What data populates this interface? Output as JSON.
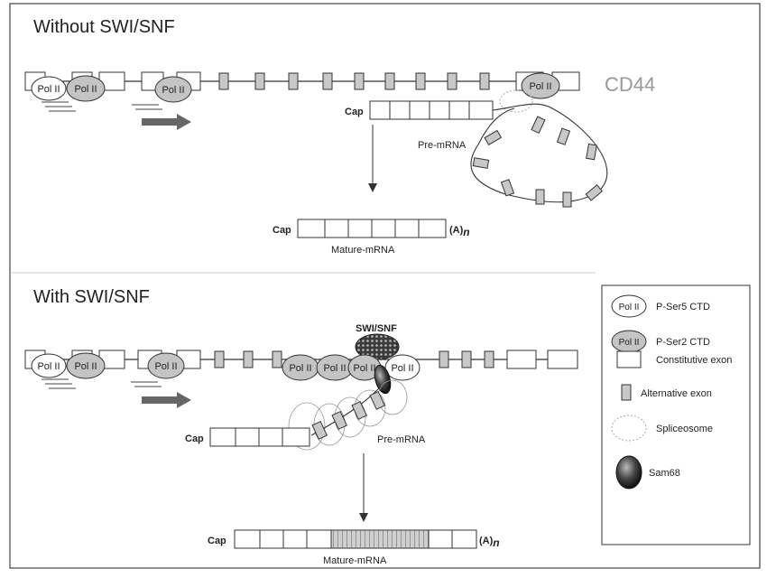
{
  "top_panel": {
    "title": "Without SWI/SNF",
    "gene_label": "CD44",
    "pol_label": "Pol II",
    "cap_label": "Cap",
    "premrna_label": "Pre-mRNA",
    "mature_cap_label": "Cap",
    "polya_label": "(A)",
    "polya_sub": "n",
    "mature_label": "Mature-mRNA"
  },
  "bottom_panel": {
    "title": "With SWI/SNF",
    "swisnf_label": "SWI/SNF",
    "pol_label": "Pol II",
    "cap_label": "Cap",
    "premrna_label": "Pre-mRNA",
    "mature_cap_label": "Cap",
    "polya_label": "(A)",
    "polya_sub": "n",
    "mature_label": "Mature-mRNA"
  },
  "legend": {
    "pol_label": "Pol II",
    "items": [
      {
        "label": "P-Ser5 CTD"
      },
      {
        "label": "P-Ser2 CTD"
      },
      {
        "label": "Constitutive exon"
      },
      {
        "label": "Alternative exon"
      },
      {
        "label": "Spliceosome"
      },
      {
        "label": "Sam68"
      }
    ]
  },
  "colors": {
    "line": "#333333",
    "alt_exon": "#c8c8c8",
    "pol_ser2": "#c4c4c4",
    "arrow": "#666666",
    "gene_label": "#999999"
  }
}
